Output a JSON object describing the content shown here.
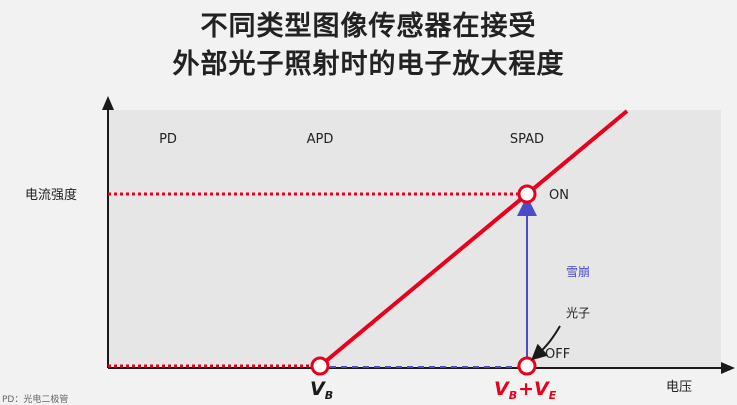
{
  "title_line1": "不同类型图像传感器在接受",
  "title_line2": "外部光子照射时的电子放大程度",
  "y_axis_label": "电流强度",
  "x_axis_label": "电压",
  "regions": {
    "pd": "PD",
    "apd": "APD",
    "spad": "SPAD"
  },
  "states": {
    "on": "ON",
    "off": "OFF"
  },
  "avalanche_label": "雪崩",
  "photon_label": "光子",
  "vb_label": {
    "main": "V",
    "sub": "B"
  },
  "vbe_label": {
    "v1": "V",
    "s1": "B",
    "plus": "+",
    "v2": "V",
    "s2": "E"
  },
  "footnote": "PD：光电二极管",
  "colors": {
    "red": "#e8001c",
    "blue": "#4b4bc8",
    "axis": "#1a1a1a",
    "panel": "#e6e6e6"
  }
}
